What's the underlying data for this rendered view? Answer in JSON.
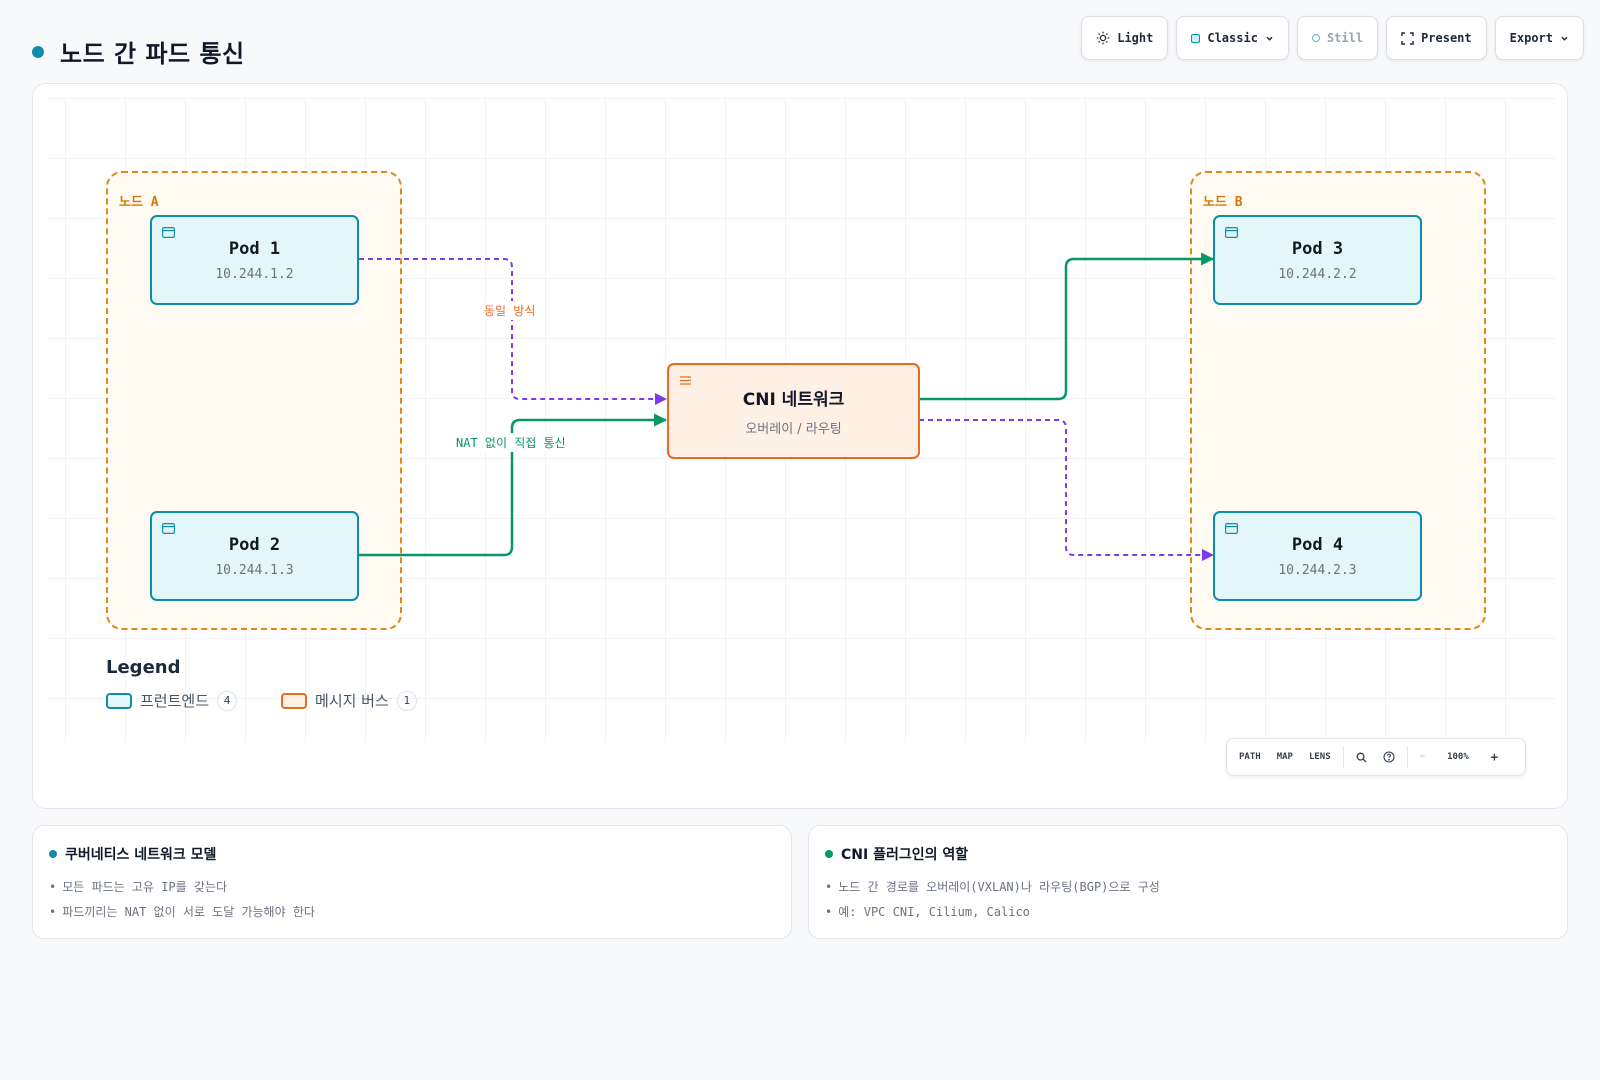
{
  "header": {
    "title": "노드 간 파드 통신",
    "accent": "#0e8ca8"
  },
  "toolbar": {
    "theme_label": "Light",
    "style_label": "Classic",
    "motion_label": "Still",
    "present_label": "Present",
    "export_label": "Export"
  },
  "diagram": {
    "groups": [
      {
        "label": "노드 A"
      },
      {
        "label": "노드 B"
      }
    ],
    "nodes": [
      {
        "title": "Pod 1",
        "subtitle": "10.244.1.2",
        "kind": "frontend"
      },
      {
        "title": "Pod 2",
        "subtitle": "10.244.1.3",
        "kind": "frontend"
      },
      {
        "title": "CNI 네트워크",
        "subtitle": "오버레이 / 라우팅",
        "kind": "message-bus"
      },
      {
        "title": "Pod 3",
        "subtitle": "10.244.2.2",
        "kind": "frontend"
      },
      {
        "title": "Pod 4",
        "subtitle": "10.244.2.3",
        "kind": "frontend"
      }
    ],
    "edges": [
      {
        "from": "Pod 1",
        "to": "CNI 네트워크",
        "style": "dashed",
        "color": "#7c3aed",
        "label": "동일 방식",
        "label_color": "#ea6a1f"
      },
      {
        "from": "Pod 2",
        "to": "CNI 네트워크",
        "style": "solid",
        "color": "#059669",
        "label": "NAT 없이 직접 통신",
        "label_color": "#059669"
      },
      {
        "from": "CNI 네트워크",
        "to": "Pod 3",
        "style": "solid",
        "color": "#059669",
        "label": ""
      },
      {
        "from": "CNI 네트워크",
        "to": "Pod 4",
        "style": "dashed",
        "color": "#7c3aed",
        "label": ""
      }
    ]
  },
  "legend": {
    "title": "Legend",
    "items": [
      {
        "label": "프런트엔드",
        "count": "4",
        "color": "#0e8ca8",
        "fill": "#e3f7fa"
      },
      {
        "label": "메시지 버스",
        "count": "1",
        "color": "#ea6a1f",
        "fill": "#fff0e5"
      }
    ]
  },
  "controls": {
    "path": "PATH",
    "map": "MAP",
    "lens": "LENS",
    "zoom_out": "−",
    "zoom": "100%",
    "zoom_in": "+"
  },
  "cards": [
    {
      "title": "쿠버네티스 네트워크 모델",
      "dot_color": "#0e8ca8",
      "items": [
        "모든 파드는 고유 IP를 갖는다",
        "파드끼리는 NAT 없이 서로 도달 가능해야 한다"
      ]
    },
    {
      "title": "CNI 플러그인의 역할",
      "dot_color": "#059669",
      "items": [
        "노드 간 경로를 오버레이(VXLAN)나 라우팅(BGP)으로 구성",
        "예: VPC CNI, Cilium, Calico"
      ]
    }
  ]
}
